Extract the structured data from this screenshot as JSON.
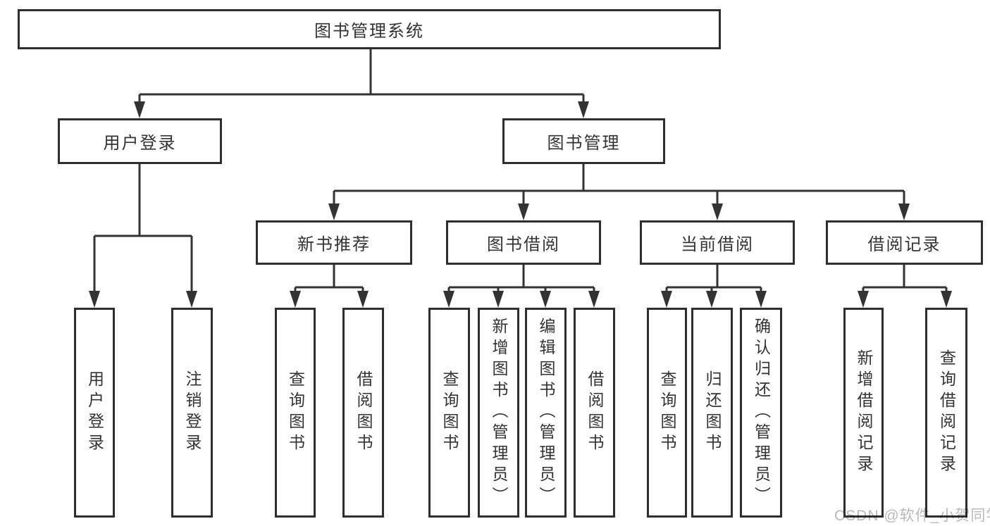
{
  "colors": {
    "line": "#333333",
    "box_border": "#2e2e2e",
    "text": "#333333",
    "background": "#ffffff",
    "watermark": "#b9b9b9"
  },
  "tree": {
    "root": "图书管理系统",
    "branches": [
      {
        "label": "用户登录",
        "leaves": [
          "用户登录",
          "注销登录"
        ]
      },
      {
        "label": "图书管理",
        "children": [
          {
            "label": "新书推荐",
            "leaves": [
              "查询图书",
              "借阅图书"
            ]
          },
          {
            "label": "图书借阅",
            "leaves": [
              "查询图书",
              "新增图书（管理员）",
              "编辑图书（管理员）",
              "借阅图书"
            ]
          },
          {
            "label": "当前借阅",
            "leaves": [
              "查询图书",
              "归还图书",
              "确认归还（管理员）"
            ]
          },
          {
            "label": "借阅记录",
            "leaves": [
              "新增借阅记录",
              "查询借阅记录"
            ]
          }
        ]
      }
    ]
  },
  "watermark": {
    "text": "CSDN @软件_小贺同学"
  }
}
